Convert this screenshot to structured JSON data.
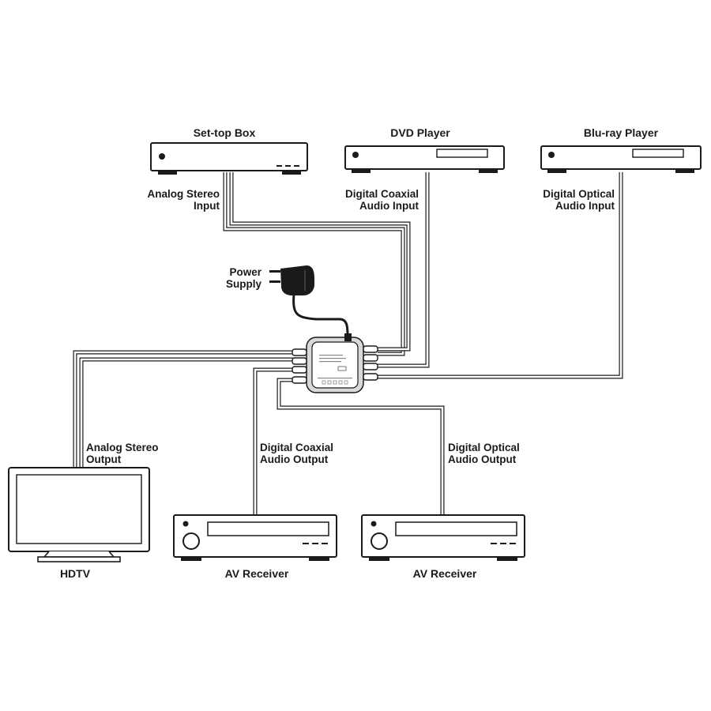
{
  "devices": {
    "settop": "Set-top Box",
    "dvd": "DVD Player",
    "bluray": "Blu-ray Player",
    "hdtv": "HDTV",
    "receiver1": "AV Receiver",
    "receiver2": "AV Receiver"
  },
  "connections": {
    "analog_in": [
      "Analog Stereo",
      "Input"
    ],
    "coax_in": [
      "Digital Coaxial",
      "Audio Input"
    ],
    "optical_in": [
      "Digital Optical",
      "Audio Input"
    ],
    "power": [
      "Power",
      "Supply"
    ],
    "analog_out": [
      "Analog Stereo",
      "Output"
    ],
    "coax_out": [
      "Digital Coaxial",
      "Audio Output"
    ],
    "optical_out": [
      "Digital Optical",
      "Audio Output"
    ]
  }
}
